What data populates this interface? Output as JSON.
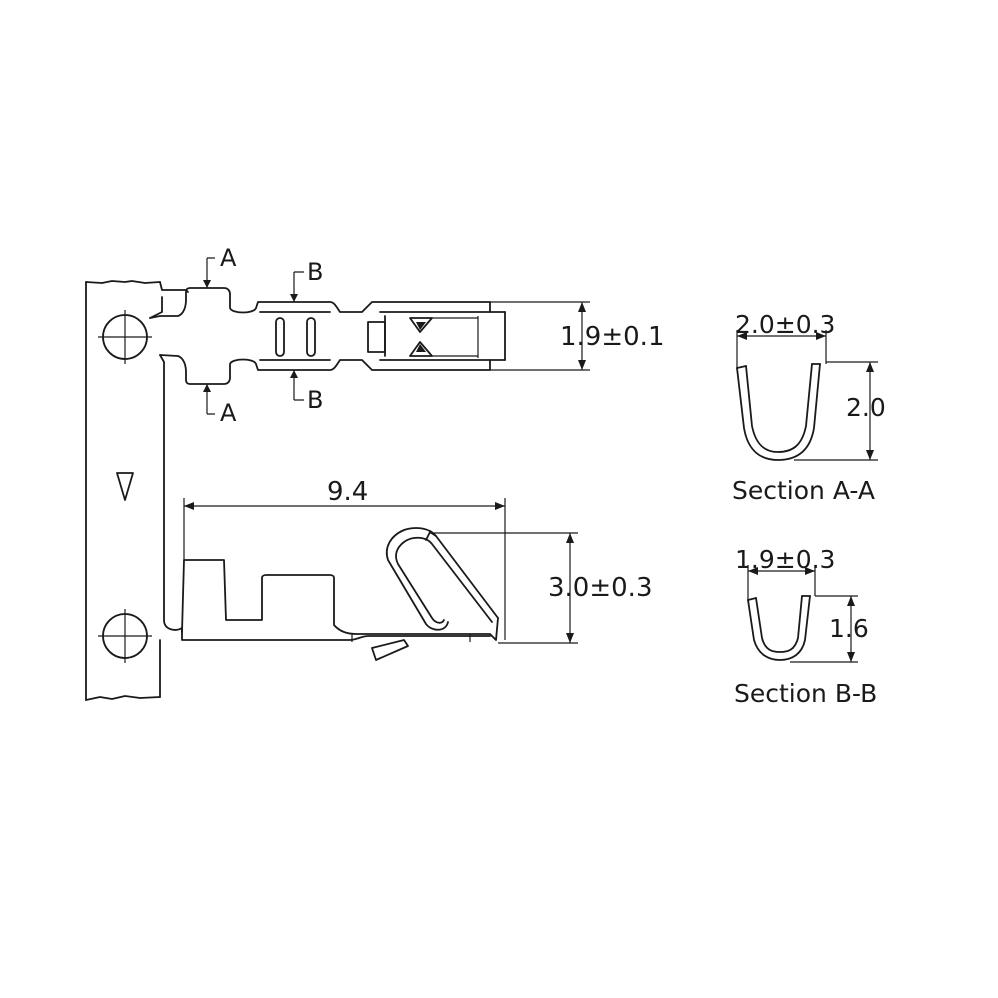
{
  "section_markers": {
    "a_top": "A",
    "a_bottom": "A",
    "b_top": "B",
    "b_bottom": "B"
  },
  "dimensions": {
    "upper_height": "1.9±0.1",
    "lower_length": "9.4",
    "lower_height": "3.0±0.3",
    "section_a_width": "2.0±0.3",
    "section_a_height": "2.0",
    "section_b_width": "1.9±0.3",
    "section_b_height": "1.6"
  },
  "section_titles": {
    "a": "Section A-A",
    "b": "Section B-B"
  },
  "icons": [
    "pilot-hole-icon",
    "direction-triangle-icon"
  ],
  "colors": {
    "line": "#1a1a1a",
    "background": "#ffffff"
  }
}
